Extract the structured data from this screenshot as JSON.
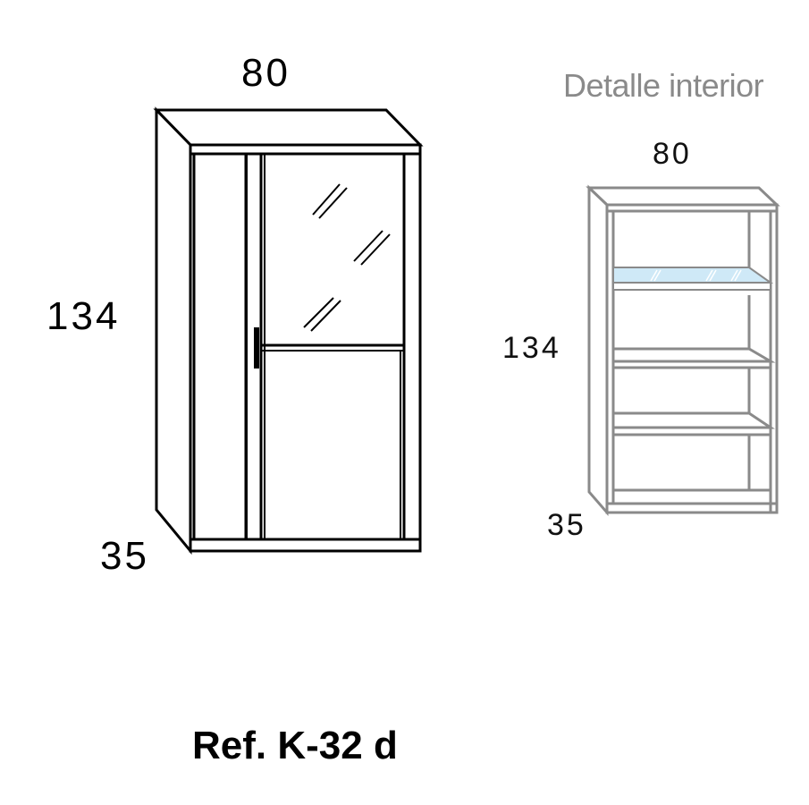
{
  "main_cabinet": {
    "width": "80",
    "height": "134",
    "depth": "35"
  },
  "detail": {
    "title": "Detalle interior",
    "width": "80",
    "height": "134",
    "depth": "35"
  },
  "reference": "Ref. K-32 d",
  "colors": {
    "main_line": "#000000",
    "detail_line": "#8a8a8a",
    "glass_shelf": "#cfe9f7"
  }
}
